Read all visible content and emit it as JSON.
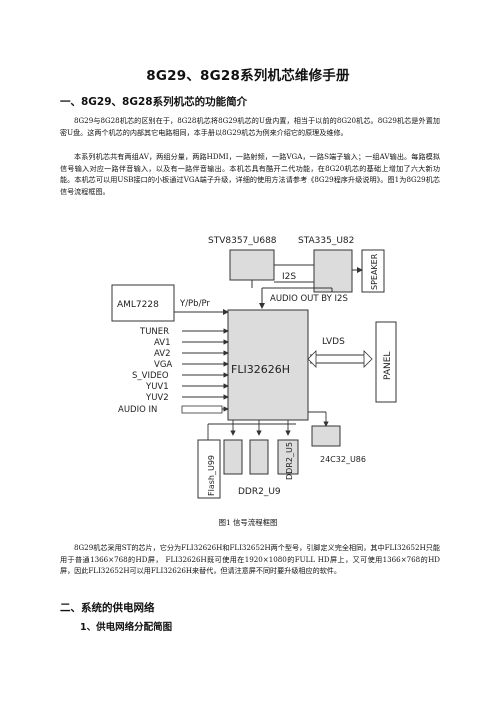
{
  "title": "8G29、8G28系列机芯维修手册",
  "section1": {
    "heading": "一、8G29、8G28系列机芯的功能简介",
    "para1": "8G29与8G28机芯的区别在于，8G28机芯将8G29机芯的U盘内置，相当于以前的8G20机芯。8G29机芯是外置加密U盘。这两个机芯的内部其它电路相同，本手册以8G29机芯为例来介绍它的原理及维修。",
    "para2": "本系列机芯共有两组AV，两组分量，两路HDMI，一路射频，一路VGA，一路S端子输入；一组AV输出。每路模拟信号输入对应一路伴音输入，以及有一路伴音输出。本机芯具有酷开二代功能，在8G20机芯的基础上增加了六大新功能。本机芯可以用USB接口的小板通过VGA端子升级，详细的使用方法请参考《8G29程序升级说明》。图1为8G29机芯信号流程框图。"
  },
  "diagram": {
    "stv": "STV8357_U688",
    "sta": "STA335_U82",
    "i2s": "I2S",
    "speaker": "SPEAKER",
    "audio_out": "AUDIO OUT BY I2S",
    "aml": "AML7228",
    "ypbpr": "Y/Pb/Pr",
    "inputs": [
      "TUNER",
      "AV1",
      "AV2",
      "VGA",
      "S_VIDEO",
      "YUV1",
      "YUV2",
      "AUDIO IN"
    ],
    "main_chip": "FLI32626H",
    "lvds": "LVDS",
    "panel": "PANEL",
    "flash": "Flash_U99",
    "ddr2_u5": "DDR2_U5",
    "ddr2_u9": "DDR2_U9",
    "eeprom": "24C32_U86"
  },
  "caption": "图1    信号流程框图",
  "para3": "8G29机芯采用ST的芯片，它分为FLI32626H和FLI32652H两个型号，引脚定义完全相同，其中FLI32652H只能用于普通1366×768的HD屏， FLI32626H既可使用在1920×1080的FULL HD屏上，又可使用1366×768的HD屏，因此FLI32652H可以用FLI32626H来替代，但请注意屏不同时要升级相应的软件。",
  "section2": {
    "heading": "二、系统的供电网络",
    "sub1": "1、供电网络分配简图"
  },
  "colors": {
    "box_fill": "#dcdcdc",
    "line": "#333333"
  }
}
